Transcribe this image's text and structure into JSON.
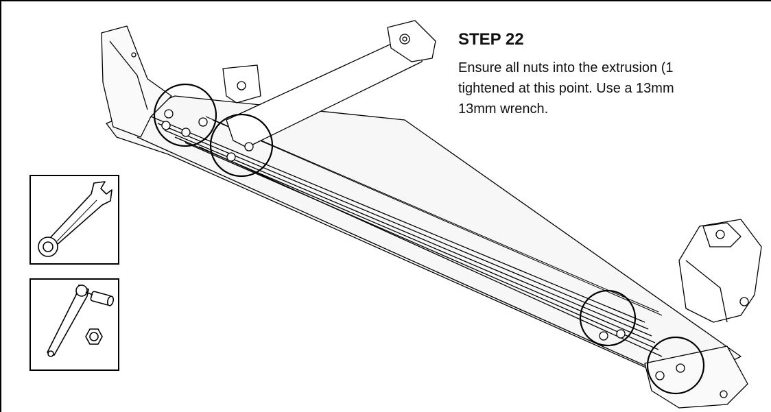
{
  "step": {
    "title": "STEP 22",
    "lines": [
      "Ensure all nuts into the extrusion (1",
      "tightened at this point. Use a 13mm",
      "13mm wrench."
    ]
  },
  "tools": [
    {
      "icon": "combination-wrench-icon"
    },
    {
      "icon": "socket-ratchet-icon"
    }
  ],
  "colors": {
    "line": "#000000",
    "background": "#ffffff"
  }
}
